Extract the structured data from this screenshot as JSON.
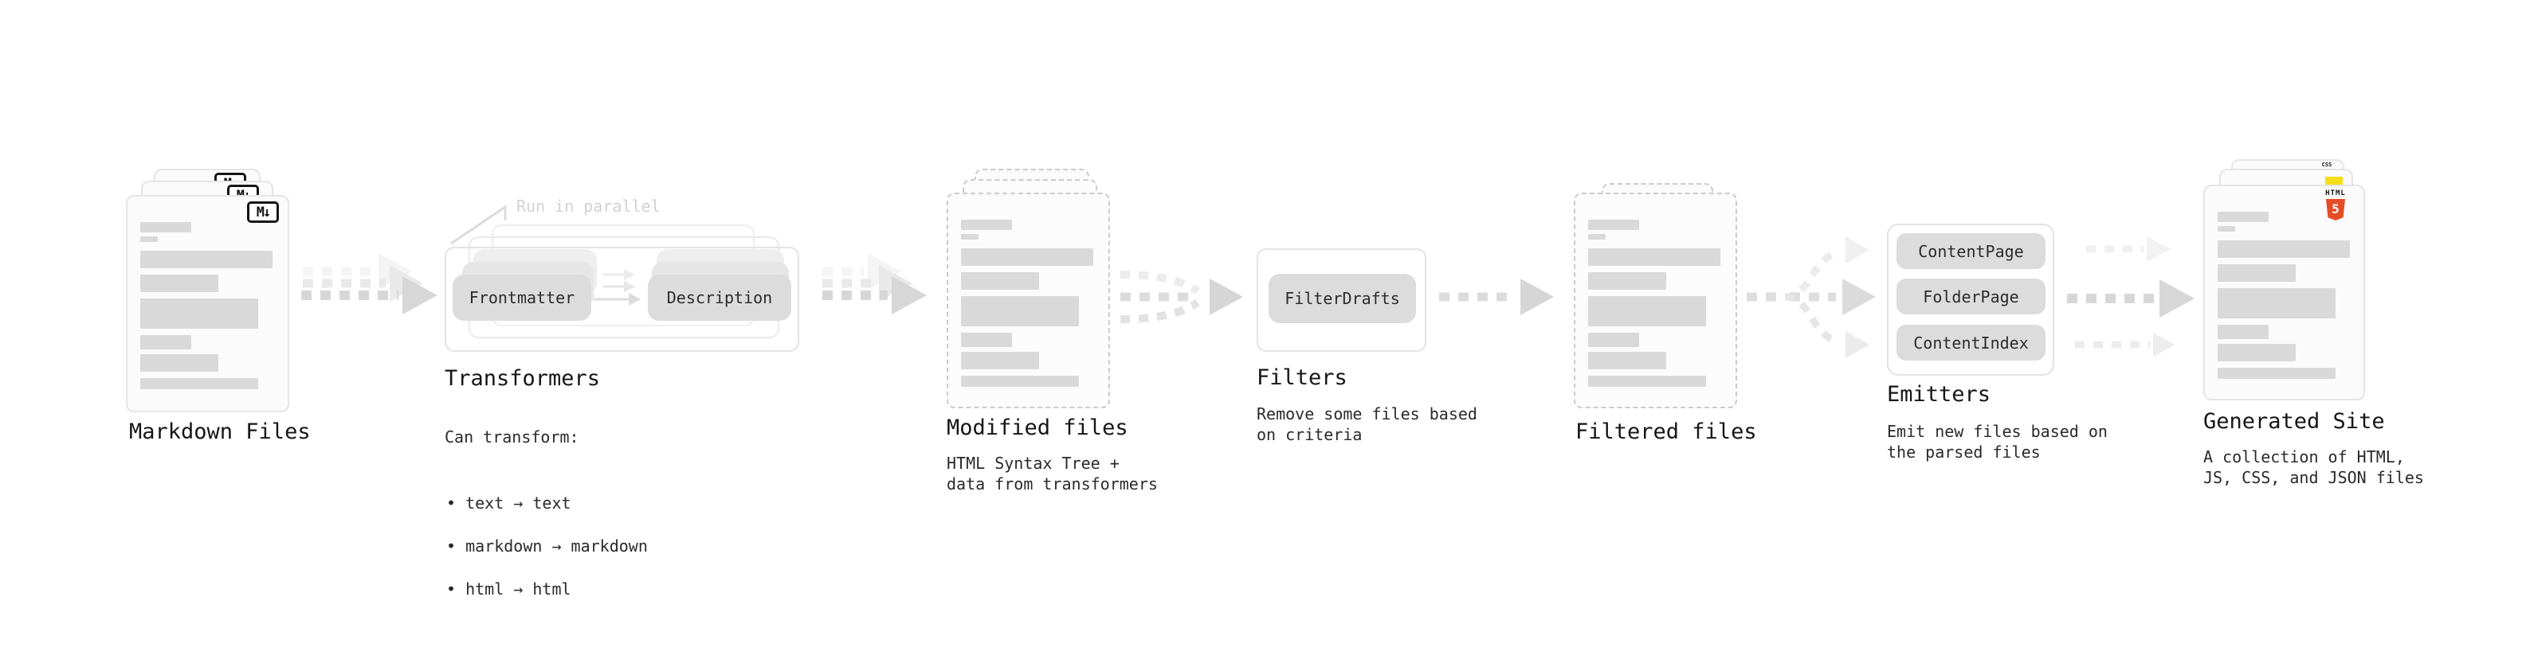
{
  "colors": {
    "background": "#ffffff",
    "card_fill": "#fbfbfb",
    "card_border": "#e5e5e5",
    "dashed_card_border": "#cbcbcb",
    "placeholder_bar": "#d9d9d9",
    "pill_fill": "#dcdcdc",
    "pill_text": "#2b2b2b",
    "arrow_gray": "#d7d7d7",
    "annotation_gray": "#d2d2d2",
    "html5_orange": "#e44d26",
    "js_yellow": "#f5de19",
    "css_blue": "#2965f1"
  },
  "icons": {
    "markdown_badge": "M↓",
    "html5_label": "HTML",
    "html5_number": "5",
    "css_label": "CSS"
  },
  "stages": {
    "markdown_files": {
      "label": "Markdown Files"
    },
    "transformers": {
      "title": "Transformers",
      "annotation": "Run in parallel",
      "plugins": [
        "Frontmatter",
        "Description"
      ],
      "description_heading": "Can transform:",
      "bullets": [
        "text → text",
        "markdown → markdown",
        "html → html"
      ]
    },
    "modified_files": {
      "label": "Modified files",
      "description": "HTML Syntax Tree +\ndata from transformers"
    },
    "filters": {
      "title": "Filters",
      "plugins": [
        "FilterDrafts"
      ],
      "description": "Remove some files based\non criteria"
    },
    "filtered_files": {
      "label": "Filtered files"
    },
    "emitters": {
      "title": "Emitters",
      "plugins": [
        "ContentPage",
        "FolderPage",
        "ContentIndex"
      ],
      "description": "Emit new files based on\nthe parsed files"
    },
    "generated_site": {
      "label": "Generated Site",
      "description": "A collection of HTML,\nJS, CSS, and JSON files"
    }
  }
}
